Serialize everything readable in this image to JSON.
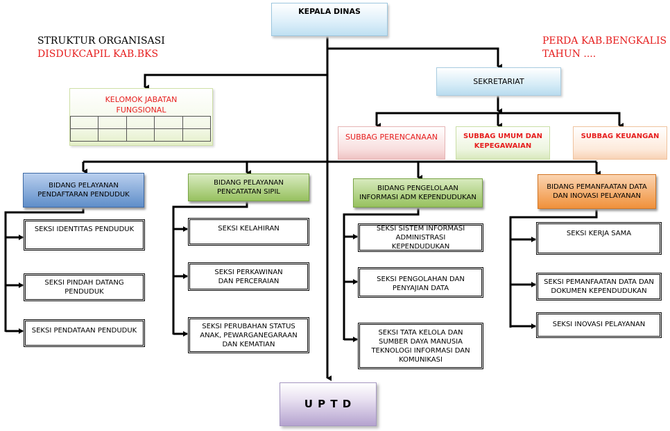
{
  "header": {
    "left_line1": "STRUKTUR ORGANISASI",
    "left_line2": "DISDUKCAPIL KAB.BKS",
    "right_line1": "PERDA KAB.BENGKALIS",
    "right_line2": "TAHUN ...."
  },
  "kepala": "KEPALA DINAS",
  "sekretariat": "SEKRETARIAT",
  "kelompok": "KELOMOK JABATAN FUNGSIONAL",
  "subbag": {
    "perencanaan": "SUBBAG PERENCANAAN",
    "umum": "SUBBAG UMUM DAN KEPEGAWAIAN",
    "keuangan": "SUBBAG KEUANGAN"
  },
  "bidang": {
    "b1": {
      "title": "BIDANG PELAYANAN PENDAFTARAN PENDUDUK",
      "seksi": [
        "SEKSI IDENTITAS PENDUDUK",
        "SEKSI PINDAH DATANG PENDUDUK",
        "SEKSI PENDATAAN PENDUDUK"
      ]
    },
    "b2": {
      "title": "BIDANG PELAYANAN PENCATATAN SIPIL",
      "seksi": [
        "SEKSI KELAHIRAN",
        "SEKSI PERKAWINAN DAN PERCERAIAN",
        "SEKSI PERUBAHAN STATUS ANAK, PEWARGANEGARAAN DAN KEMATIAN"
      ]
    },
    "b3": {
      "title": "BIDANG PENGELOLAAN INFORMASI ADM KEPENDUDUKAN",
      "seksi": [
        "SEKSI SISTEM INFORMASI ADMINISTRASI KEPENDUDUKAN",
        "SEKSI PENGOLAHAN DAN PENYAJIAN DATA",
        "SEKSI TATA KELOLA DAN SUMBER DAYA MANUSIA TEKNOLOGI INFORMASI DAN KOMUNIKASI"
      ]
    },
    "b4": {
      "title": "BIDANG PEMANFAATAN DATA DAN INOVASI PELAYANAN",
      "seksi": [
        "SEKSI KERJA SAMA",
        "SEKSI PEMANFAATAN DATA DAN DOKUMEN KEPENDUDUKAN",
        "SEKSI INOVASI PELAYANAN"
      ]
    }
  },
  "uptd": "U P T D"
}
